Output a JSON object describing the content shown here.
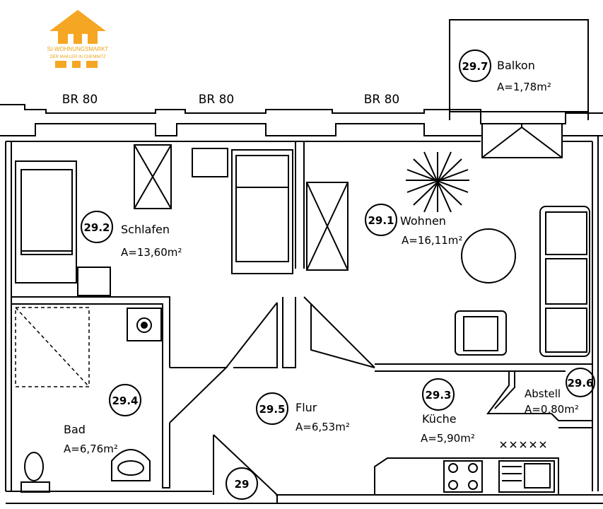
{
  "logo": {
    "line1": "SI-WOHNUNGSMARKT",
    "line2": "DER MAKLER IN CHEMNITZ",
    "color": "#f0a830"
  },
  "windows": [
    "BR 80",
    "BR 80",
    "BR 80"
  ],
  "rooms": [
    {
      "id": "29.1",
      "name": "Wohnen",
      "area": "A=16,11m²"
    },
    {
      "id": "29.2",
      "name": "Schlafen",
      "area": "A=13,60m²"
    },
    {
      "id": "29.3",
      "name": "Küche",
      "area": "A=5,90m²"
    },
    {
      "id": "29.4",
      "name": "Bad",
      "area": "A=6,76m²"
    },
    {
      "id": "29.5",
      "name": "Flur",
      "area": "A=6,53m²"
    },
    {
      "id": "29.6",
      "name": "Abstell",
      "area": "A=0,80m²"
    },
    {
      "id": "29.7",
      "name": "Balkon",
      "area": "A=1,78m²"
    }
  ],
  "entrance": "29"
}
